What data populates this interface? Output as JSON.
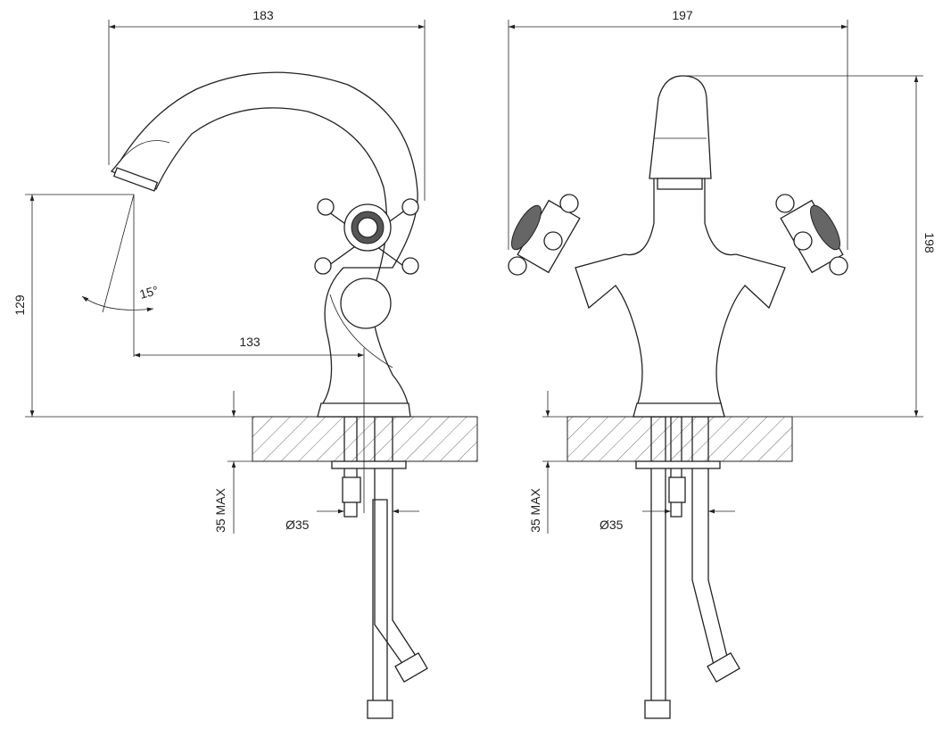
{
  "side_view": {
    "width_label": "183",
    "height_label": "129",
    "reach_label": "133",
    "angle_label": "15°",
    "counter_label": "35 MAX",
    "diameter_label": "Ø35"
  },
  "front_view": {
    "width_label": "197",
    "height_label": "198",
    "counter_label": "35 MAX",
    "diameter_label": "Ø35"
  }
}
